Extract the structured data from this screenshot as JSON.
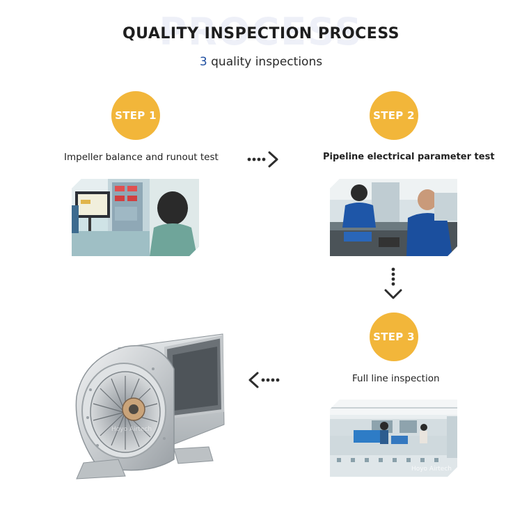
{
  "header": {
    "watermark": "PROCESS",
    "title": "QUALITY INSPECTION PROCESS",
    "subtitle_number": "3",
    "subtitle_text": " quality inspections"
  },
  "steps": [
    {
      "badge": "STEP 1",
      "caption": "Impeller balance and runout test"
    },
    {
      "badge": "STEP 2",
      "caption": "Pipeline electrical parameter test"
    },
    {
      "badge": "STEP 3",
      "caption": "Full line inspection"
    }
  ],
  "photos": {
    "step3_watermark": "Hoyo Airtech",
    "fan_watermark": "Hoyo Airtech"
  },
  "colors": {
    "badge": "#f2b63a",
    "accent_number": "#1f4fa0",
    "arrow": "#2d2d2d"
  },
  "icons": {
    "arrows": [
      "dotted-arrow-right-icon",
      "dotted-arrow-down-icon",
      "dotted-arrow-left-icon"
    ]
  }
}
